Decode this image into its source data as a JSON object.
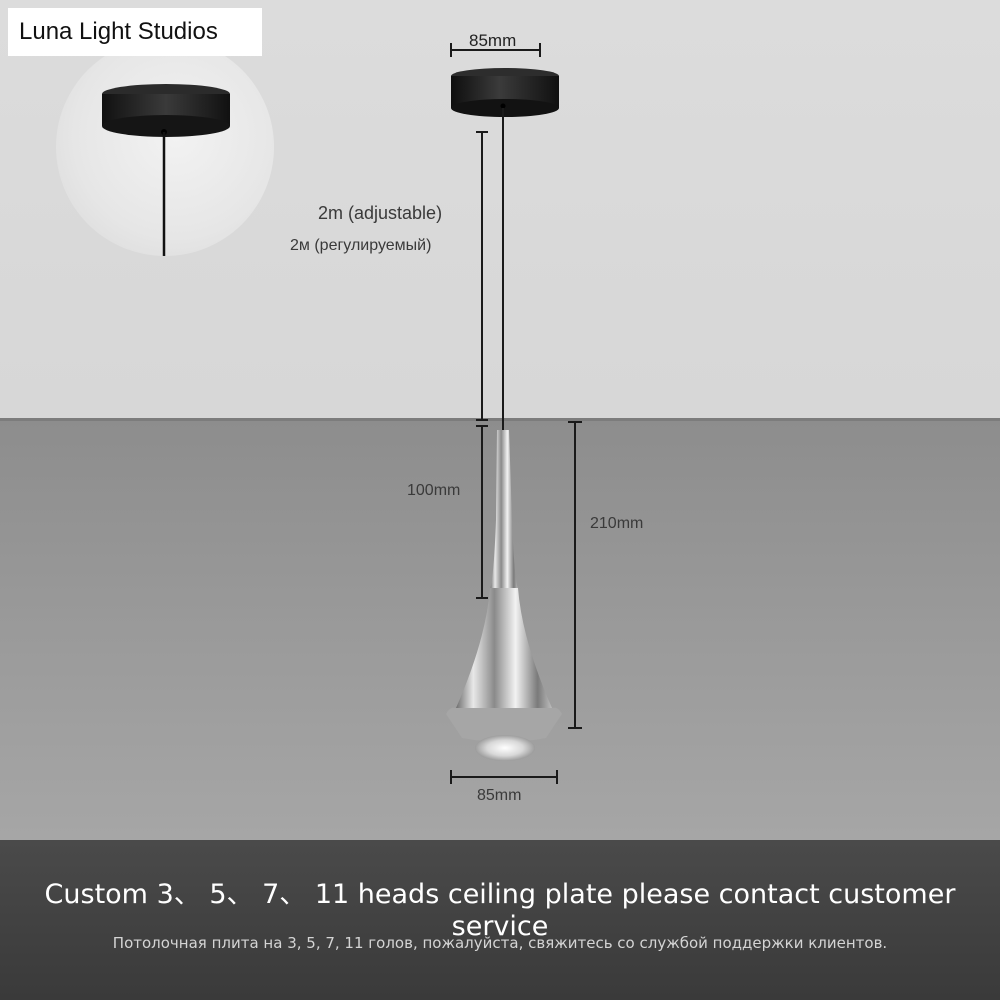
{
  "brand": {
    "name": "Luna Light Studios"
  },
  "dimensions": {
    "canopy_width": "85mm",
    "cable_length_en": "2m (adjustable)",
    "cable_length_ru": "2м (регулируемый)",
    "stem_length": "100mm",
    "total_height": "210mm",
    "shade_width": "85mm"
  },
  "footer": {
    "text_en": "Custom 3、 5、 7、 11 heads ceiling plate please contact customer service",
    "text_ru": "Потолочная плита на 3, 5, 7, 11 голов, пожалуйста, свяжитесь со службой поддержки клиентов."
  },
  "colors": {
    "ceiling": "#d9d9d9",
    "wall": "#999999",
    "canopy": "#1a1a1a",
    "chrome": "#b8b8b8",
    "footer_bg": "#424242"
  }
}
